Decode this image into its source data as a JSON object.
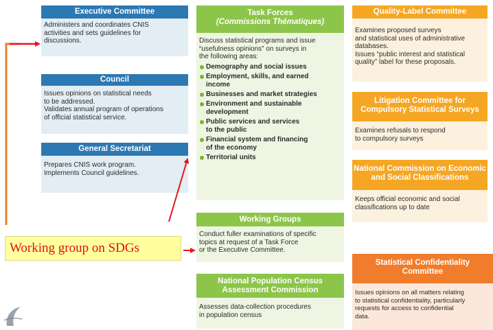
{
  "executive": {
    "title": "Executive Committee",
    "lines": [
      "Administers and coordinates CNIS",
      "activities and sets guidelines for",
      "discussions."
    ]
  },
  "council": {
    "title": "Council",
    "lines": [
      "Issues opinions on statistical needs",
      "to be addressed.",
      "Validates annual program of operations",
      "of official statistical service."
    ]
  },
  "secretariat": {
    "title": "General Secretariat",
    "lines": [
      "Prepares CNIS work program.",
      "Implements Council guidelines."
    ]
  },
  "task_forces": {
    "title": "Task Forces",
    "subtitle": "(Commissions Thématiques)",
    "intro": [
      "Discuss statistical programs and issue",
      "“usefulness opinions” on surveys in",
      "the following areas:"
    ],
    "items": [
      [
        "Demography and social issues"
      ],
      [
        "Employment, skills, and earned",
        "income"
      ],
      [
        "Businesses and market strategies"
      ],
      [
        "Environment and sustainable",
        "development"
      ],
      [
        "Public services and services",
        "to the public"
      ],
      [
        "Financial system and financing",
        "of the economy"
      ],
      [
        "Territorial units"
      ]
    ]
  },
  "working_groups": {
    "title": "Working Groups",
    "lines": [
      "Conduct fuller examinations of specific",
      "topics at request of a Task Force",
      "or the Executive Committee."
    ]
  },
  "census": {
    "title_lines": [
      "National Population Census",
      "Assessment Commission"
    ],
    "lines": [
      "Assesses data-collection procedures",
      "in population census"
    ]
  },
  "quality": {
    "title": "Quality-Label Committee",
    "lines": [
      "Examines proposed surveys",
      "and statistical uses of administrative",
      "databases.",
      "Issues “public interest and statistical",
      "quality” label for these proposals."
    ]
  },
  "litigation": {
    "title_lines": [
      "Litigation Committee for",
      "Compulsory Statistical Surveys"
    ],
    "lines": [
      "Examines refusals to respond",
      "to compulsory surveys"
    ]
  },
  "classifications": {
    "title_lines": [
      "National Commission on Economic",
      "and Social Classifications"
    ],
    "lines": [
      "Keeps official economic and social",
      "classifications up to date"
    ]
  },
  "confidentiality": {
    "title_lines": [
      "Statistical Confidentiality",
      "Committee"
    ],
    "lines": [
      "Issues opinions on all matters relating",
      "to statistical confidentiality, particularly",
      "requests for access to confidential",
      "data."
    ]
  },
  "callout": {
    "text": "Working group on SDGs"
  },
  "colors": {
    "blue": "#2c78b3",
    "green": "#8cc54a",
    "orange": "#f5a623",
    "red_orange": "#f07c2c",
    "arrow_red": "#e8141c",
    "arrow_orange": "#f07c2c"
  }
}
